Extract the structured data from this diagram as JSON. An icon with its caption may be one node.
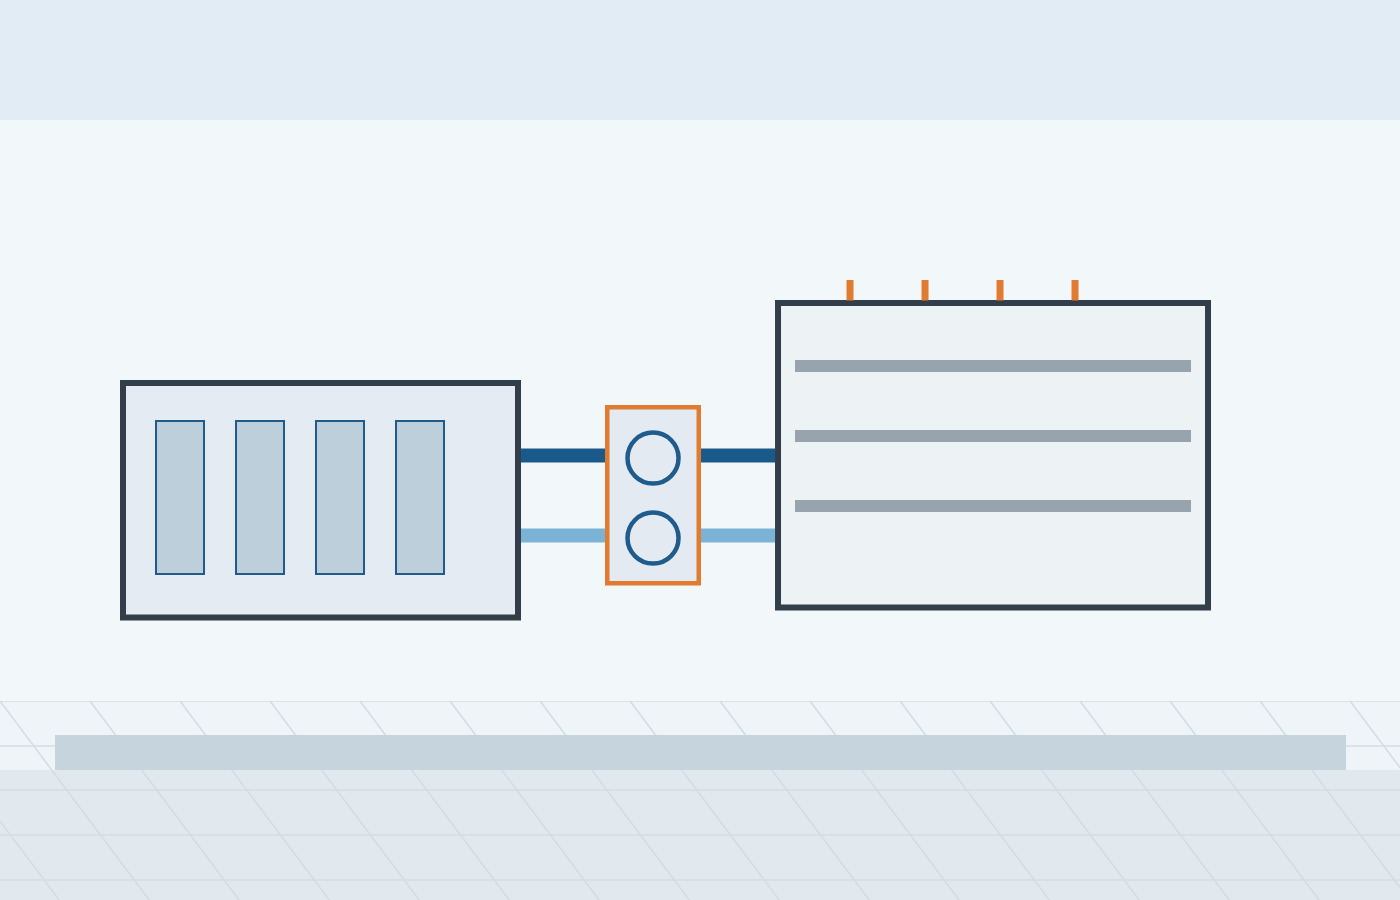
{
  "diagram": {
    "nodes": [
      {
        "text": [],
        "shape": "box"
      },
      {
        "text": [],
        "shape": "box"
      },
      {
        "text": [],
        "shape": "box"
      }
    ],
    "edges": [
      {
        "from": 0,
        "to": 1,
        "arrow": "none",
        "color": "#1a5a8a"
      },
      {
        "from": 1,
        "to": 2,
        "arrow": "none",
        "color": "#1a5a8a"
      },
      {
        "from": 0,
        "to": 1,
        "arrow": "none",
        "color": "#7ab3d6"
      },
      {
        "from": 1,
        "to": 2,
        "arrow": "none",
        "color": "#7ab3d6"
      }
    ]
  }
}
